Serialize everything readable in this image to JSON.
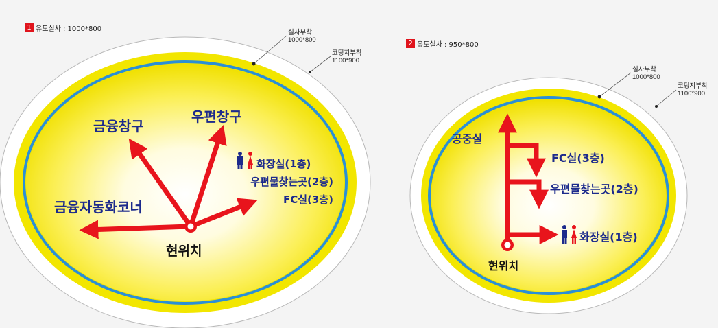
{
  "sign1": {
    "number": "1",
    "title": "유도실사 : 1000*800",
    "inner_callout": {
      "line1": "실사부착",
      "line2": "1000*800"
    },
    "outer_callout": {
      "line1": "코팅지부착",
      "line2": "1100*900"
    },
    "destinations": {
      "finance_window": "금융창구",
      "post_window": "우편창구",
      "toilet": "화장실(1층)",
      "po_box": "우편물찾는곳(2층)",
      "fc_room": "FC실(3층)",
      "atm_corner": "금융자동화코너"
    },
    "current_location": "현위치"
  },
  "sign2": {
    "number": "2",
    "title": "유도실사 : 950*800",
    "inner_callout": {
      "line1": "실사부착",
      "line2": "1000*800"
    },
    "outer_callout": {
      "line1": "코팅지부착",
      "line2": "1100*900"
    },
    "destinations": {
      "courtyard": "공중실",
      "fc_room": "FC실(3층)",
      "po_box": "우편물찾는곳(2층)",
      "toilet": "화장실(1층)"
    },
    "current_location": "현위치"
  },
  "colors": {
    "arrow": "#e8141c",
    "text": "#1c2a8c",
    "ring_blue": "#2b8fd6",
    "ring_yellow": "#f2e600",
    "badge": "#e0141c"
  }
}
